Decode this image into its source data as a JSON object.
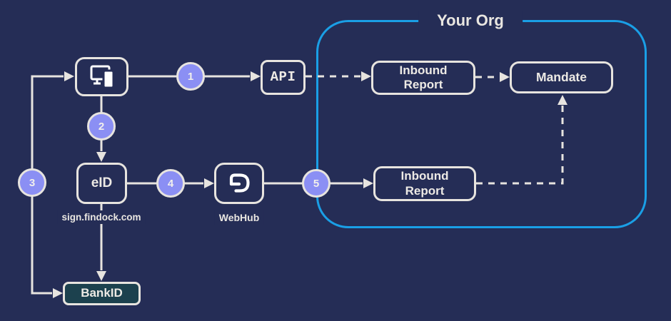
{
  "palette": {
    "background": "#252d56",
    "stroke_light": "#e7e4df",
    "text_light": "#edeae5",
    "accent_cyan": "#1a9fe6",
    "step_circle_fill": "#8b8ff4",
    "bankid_fill": "#1c414e"
  },
  "org": {
    "title": "Your Org"
  },
  "nodes": {
    "devices": {
      "icon": "desktop-mobile-icon"
    },
    "api": {
      "label": "API"
    },
    "inbound_report_top": {
      "label": "Inbound\nReport"
    },
    "mandate": {
      "label": "Mandate"
    },
    "eid": {
      "label": "eID",
      "caption": "sign.findock.com"
    },
    "webhub": {
      "icon": "findock-logo-icon",
      "caption": "WebHub"
    },
    "inbound_report_bottom": {
      "label": "Inbound\nReport"
    },
    "bankid": {
      "label": "BankID"
    }
  },
  "steps": [
    {
      "n": "1"
    },
    {
      "n": "2"
    },
    {
      "n": "3"
    },
    {
      "n": "4"
    },
    {
      "n": "5"
    }
  ]
}
